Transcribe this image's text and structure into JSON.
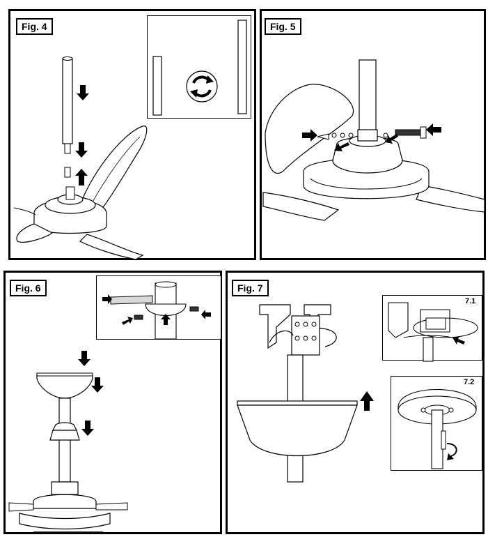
{
  "figures": [
    {
      "id": "fig4",
      "label": "Fig. 4"
    },
    {
      "id": "fig5",
      "label": "Fig. 5"
    },
    {
      "id": "fig6",
      "label": "Fig. 6"
    },
    {
      "id": "fig7",
      "label": "Fig. 7"
    }
  ],
  "fig7_insets": [
    {
      "label": "7.1"
    },
    {
      "label": "7.2"
    }
  ],
  "icons": {
    "rotate": "rotate-arrows-icon",
    "arrow": "black-arrow-icon"
  },
  "colors": {
    "line": "#000000",
    "fill": "#ffffff",
    "shade": "#d9d9d9"
  }
}
